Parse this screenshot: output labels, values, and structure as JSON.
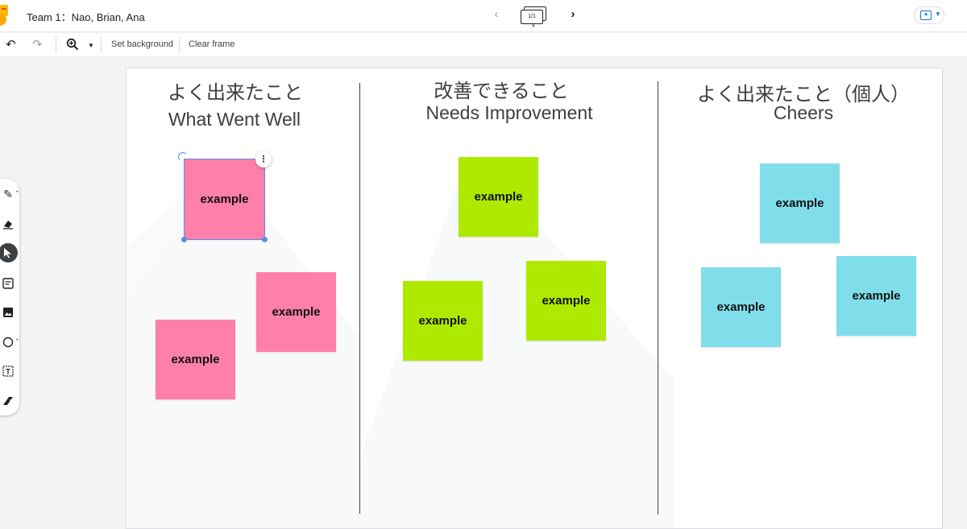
{
  "header": {
    "title": "Team 1：Nao, Brian, Ana",
    "frame_indicator": "1/1",
    "prev_icon": "chevron-left-icon",
    "next_icon": "chevron-right-icon",
    "share_icon": "present-to-screen-icon"
  },
  "toolbar": {
    "set_background": "Set background",
    "clear_frame": "Clear frame"
  },
  "tools": [
    "pen-icon",
    "eraser-icon",
    "select-cursor-icon",
    "sticky-note-icon",
    "image-icon",
    "circle-shape-icon",
    "text-box-icon",
    "laser-pointer-icon"
  ],
  "columns": [
    {
      "title_jp": "よく出来たこと",
      "title_en": "What Went Well",
      "notes": [
        "example",
        "example",
        "example"
      ]
    },
    {
      "title_jp": "改善できること",
      "title_en": "Needs Improvement",
      "notes": [
        "example",
        "example",
        "example"
      ]
    },
    {
      "title_jp": "よく出来たこと（個人）",
      "title_en": "Cheers",
      "notes": [
        "example",
        "example",
        "example"
      ]
    }
  ],
  "colors": {
    "pink_note": "#ff7fab",
    "green_note": "#aeea00",
    "cyan_note": "#80deea",
    "selection": "#5b8de8",
    "accent": "#1a73e8"
  },
  "selection_menu_icon": "more-vertical-icon"
}
